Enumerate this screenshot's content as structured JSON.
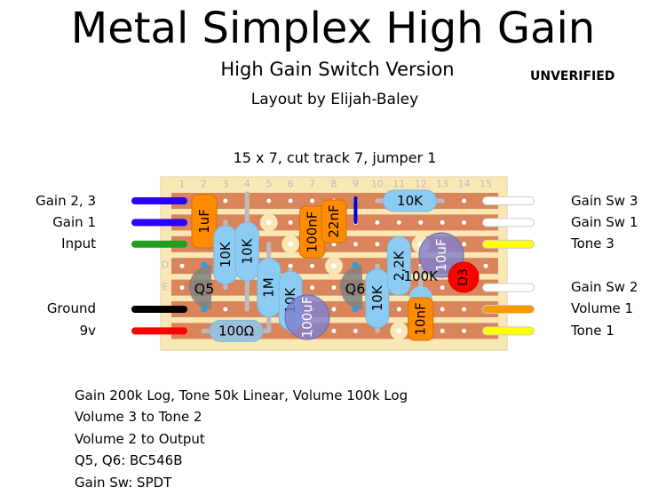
{
  "title": "Metal Simplex High Gain",
  "subtitle": "High Gain Switch Version",
  "author": "Layout by Elijah-Baley",
  "status": "UNVERIFIED",
  "board_info": "15 x 7, cut track 7, jumper 1",
  "columns": [
    "1",
    "2",
    "3",
    "4",
    "5",
    "6",
    "7",
    "8",
    "9",
    "10",
    "11",
    "12",
    "13",
    "14",
    "15"
  ],
  "row_letters": [
    "D",
    "E"
  ],
  "left_labels": [
    "Gain  2, 3",
    "Gain 1",
    "Input",
    "Ground",
    "9v"
  ],
  "right_labels": [
    "Gain Sw 3",
    "Gain Sw 1",
    "Tone 3",
    "Gain Sw 2",
    "Volume  1",
    "Tone  1"
  ],
  "components": {
    "c1": "1uF",
    "r1": "10K",
    "r2": "10K",
    "r3": "1M",
    "r4": "10K",
    "c2": "100uF",
    "c3": "100nF",
    "c4": "22nF",
    "q5": "Q5",
    "r5": "100Ω",
    "q6": "Q6",
    "r6": "10K",
    "r7": "10K",
    "r8": "2,2K",
    "r9": "100K",
    "c5": "10uF",
    "d3": "D3",
    "c6": "10nF"
  },
  "notes": [
    "Gain 200k Log, Tone 50k Linear, Volume 100k Log",
    "Volume 3 to Tone 2",
    "Volume 2 to Output",
    "Q5, Q6: BC546B",
    "Gain Sw: SPDT"
  ],
  "colors": {
    "board": "#f9e7b5",
    "strip": "#d9845a",
    "resistor": "#8ccbf2",
    "capacitor": "#ff8c00",
    "electrolytic": "#7f7fd0",
    "transistor": "#808080",
    "diode": "#ff0000"
  }
}
